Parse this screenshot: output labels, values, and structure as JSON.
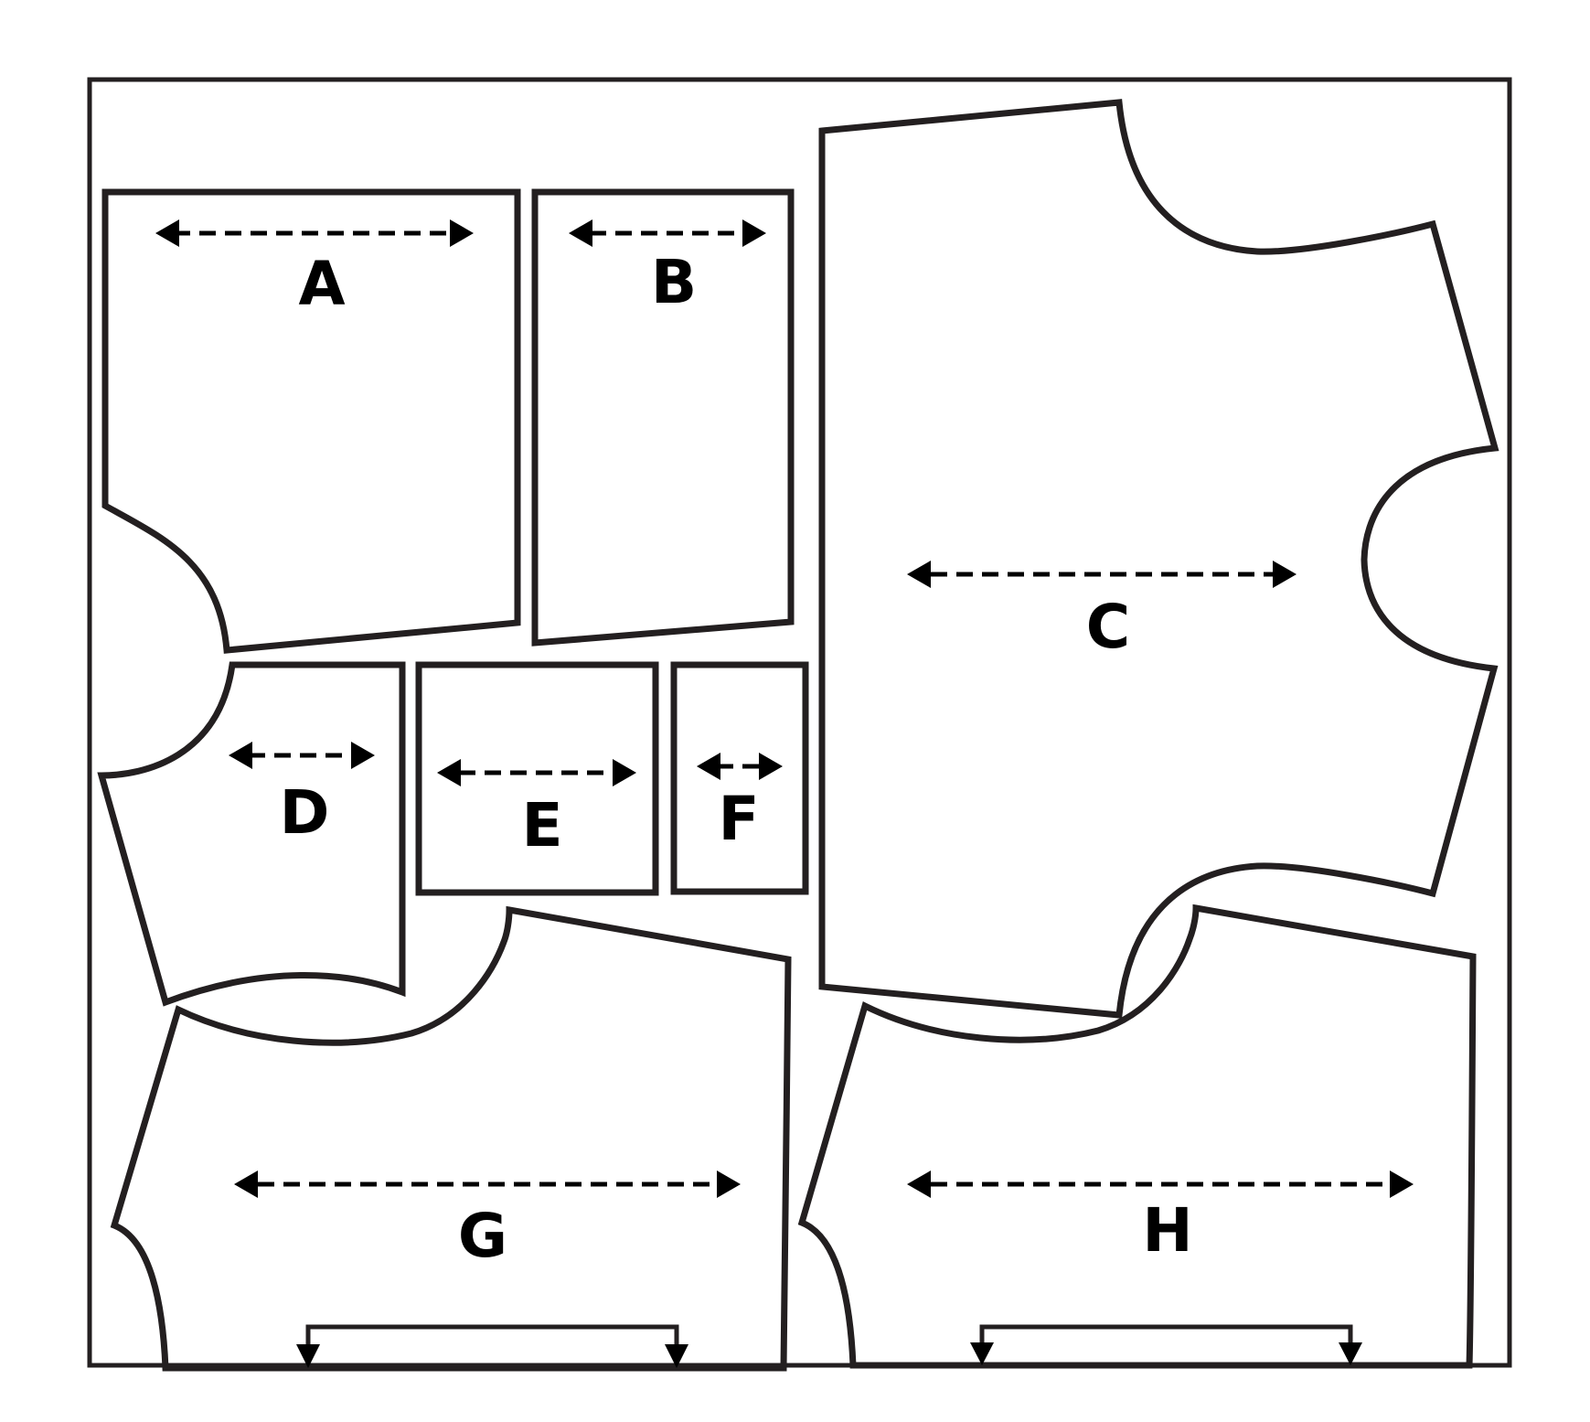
{
  "diagram": {
    "pieces": [
      {
        "id": "A",
        "label": "A"
      },
      {
        "id": "B",
        "label": "B"
      },
      {
        "id": "C",
        "label": "C"
      },
      {
        "id": "D",
        "label": "D"
      },
      {
        "id": "E",
        "label": "E"
      },
      {
        "id": "F",
        "label": "F"
      },
      {
        "id": "G",
        "label": "G"
      },
      {
        "id": "H",
        "label": "H"
      }
    ],
    "colors": {
      "stroke": "#231f20",
      "arrow": "#000000",
      "background": "#ffffff"
    }
  }
}
